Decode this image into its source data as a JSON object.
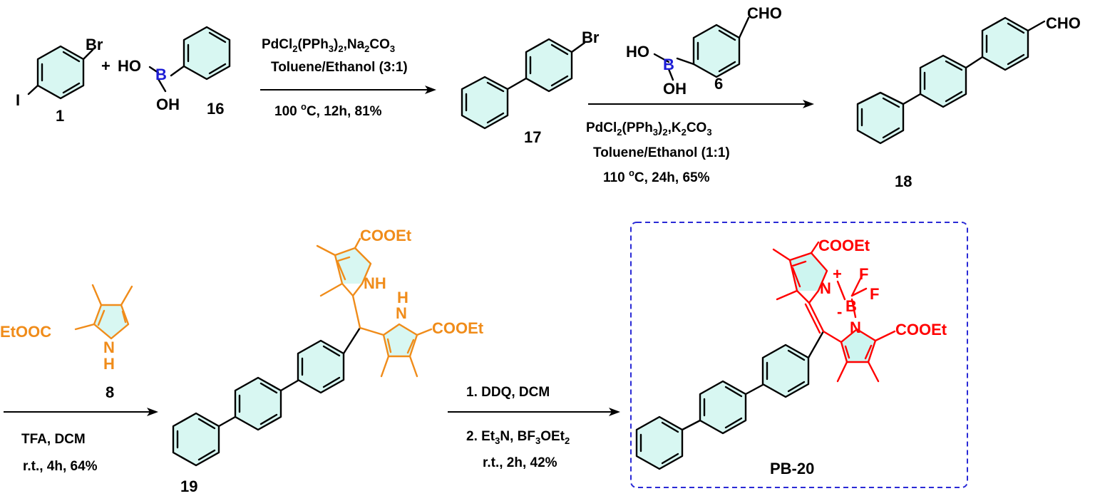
{
  "compounds": {
    "c1": {
      "number": "1",
      "atoms": [
        "I",
        "Br"
      ]
    },
    "c16": {
      "number": "16",
      "atoms": [
        "HO",
        "B",
        "OH"
      ]
    },
    "c17": {
      "number": "17",
      "atoms": [
        "Br"
      ]
    },
    "c6": {
      "number": "6",
      "atoms": [
        "CHO",
        "HO",
        "B",
        "OH"
      ]
    },
    "c18": {
      "number": "18",
      "atoms": [
        "CHO"
      ]
    },
    "c8": {
      "number": "8",
      "atoms": [
        "EtOOC",
        "N",
        "H"
      ]
    },
    "c19": {
      "number": "19",
      "atoms": [
        "COOEt",
        "NH",
        "H",
        "N",
        "COOEt"
      ]
    },
    "pb20": {
      "number": "PB-20",
      "atoms": [
        "COOEt",
        "N",
        "+",
        "F",
        "B",
        "F",
        "-",
        "N",
        "COOEt"
      ]
    }
  },
  "plus_sign": "+",
  "reactions": {
    "r1": {
      "conditions": [
        "PdCl2(PPh3)2,Na2CO3",
        "Toluene/Ethanol (3:1)",
        "100 oC, 12h, 81%"
      ]
    },
    "r2": {
      "conditions": [
        "PdCl2(PPh3)2,K2CO3",
        "Toluene/Ethanol (1:1)",
        "110 oC, 24h, 65%"
      ]
    },
    "r3": {
      "conditions": [
        "TFA, DCM",
        "r.t., 4h, 64%"
      ]
    },
    "r4": {
      "conditions": [
        "1. DDQ, DCM",
        "2. Et3N, BF3OEt2",
        "r.t., 2h, 42%"
      ]
    }
  },
  "colors": {
    "bond": "#000000",
    "pyrrole_orange": "#f08c1a",
    "bodipy_red": "#ff0000",
    "boron_blue": "#1c1cd6",
    "ring_fill": "#d8f7f2",
    "box_dash": "#2a2ad6"
  }
}
